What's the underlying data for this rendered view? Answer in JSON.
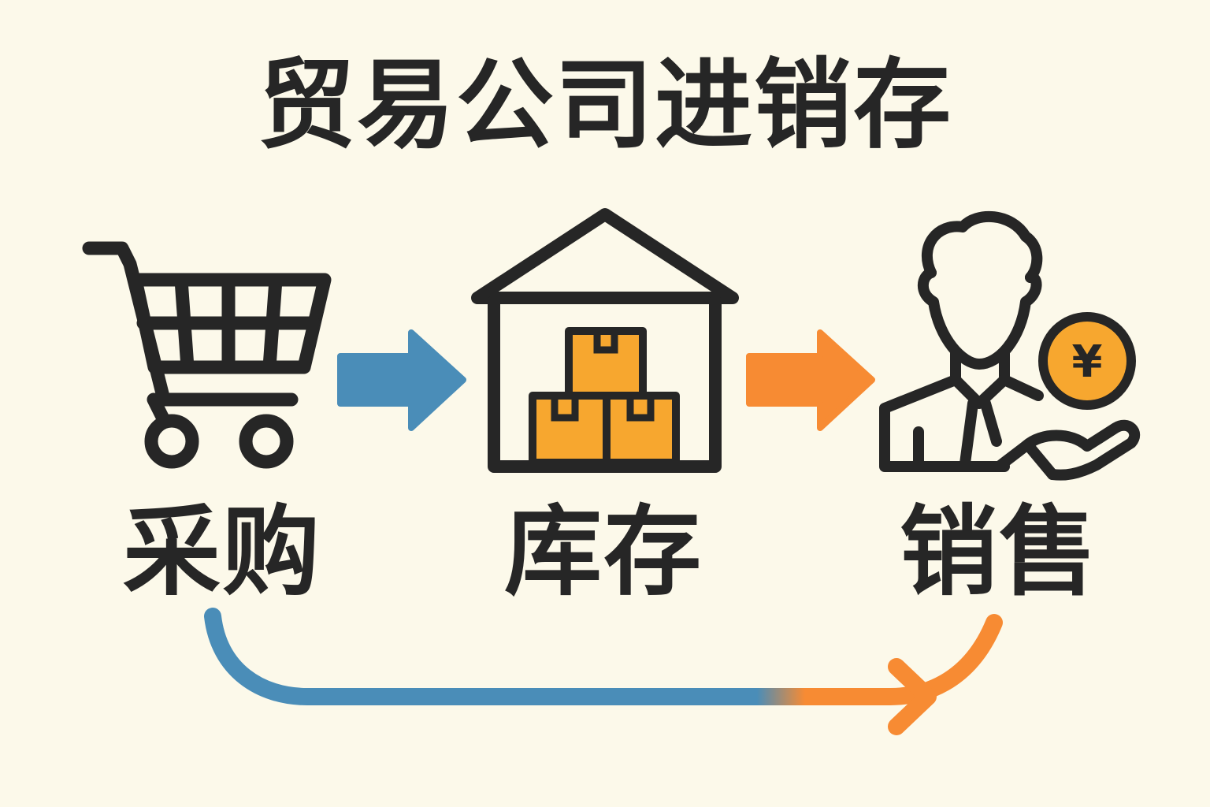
{
  "title": "贸易公司进销存",
  "nodes": [
    {
      "label": "采购",
      "icon": "shopping-cart-icon"
    },
    {
      "label": "库存",
      "icon": "warehouse-icon"
    },
    {
      "label": "销售",
      "icon": "salesperson-icon"
    }
  ],
  "coin_symbol": "¥",
  "colors": {
    "background": "#fcf9ea",
    "outline": "#262626",
    "blue": "#4a8db8",
    "orange": "#f78b33",
    "box": "#f7a72f"
  }
}
